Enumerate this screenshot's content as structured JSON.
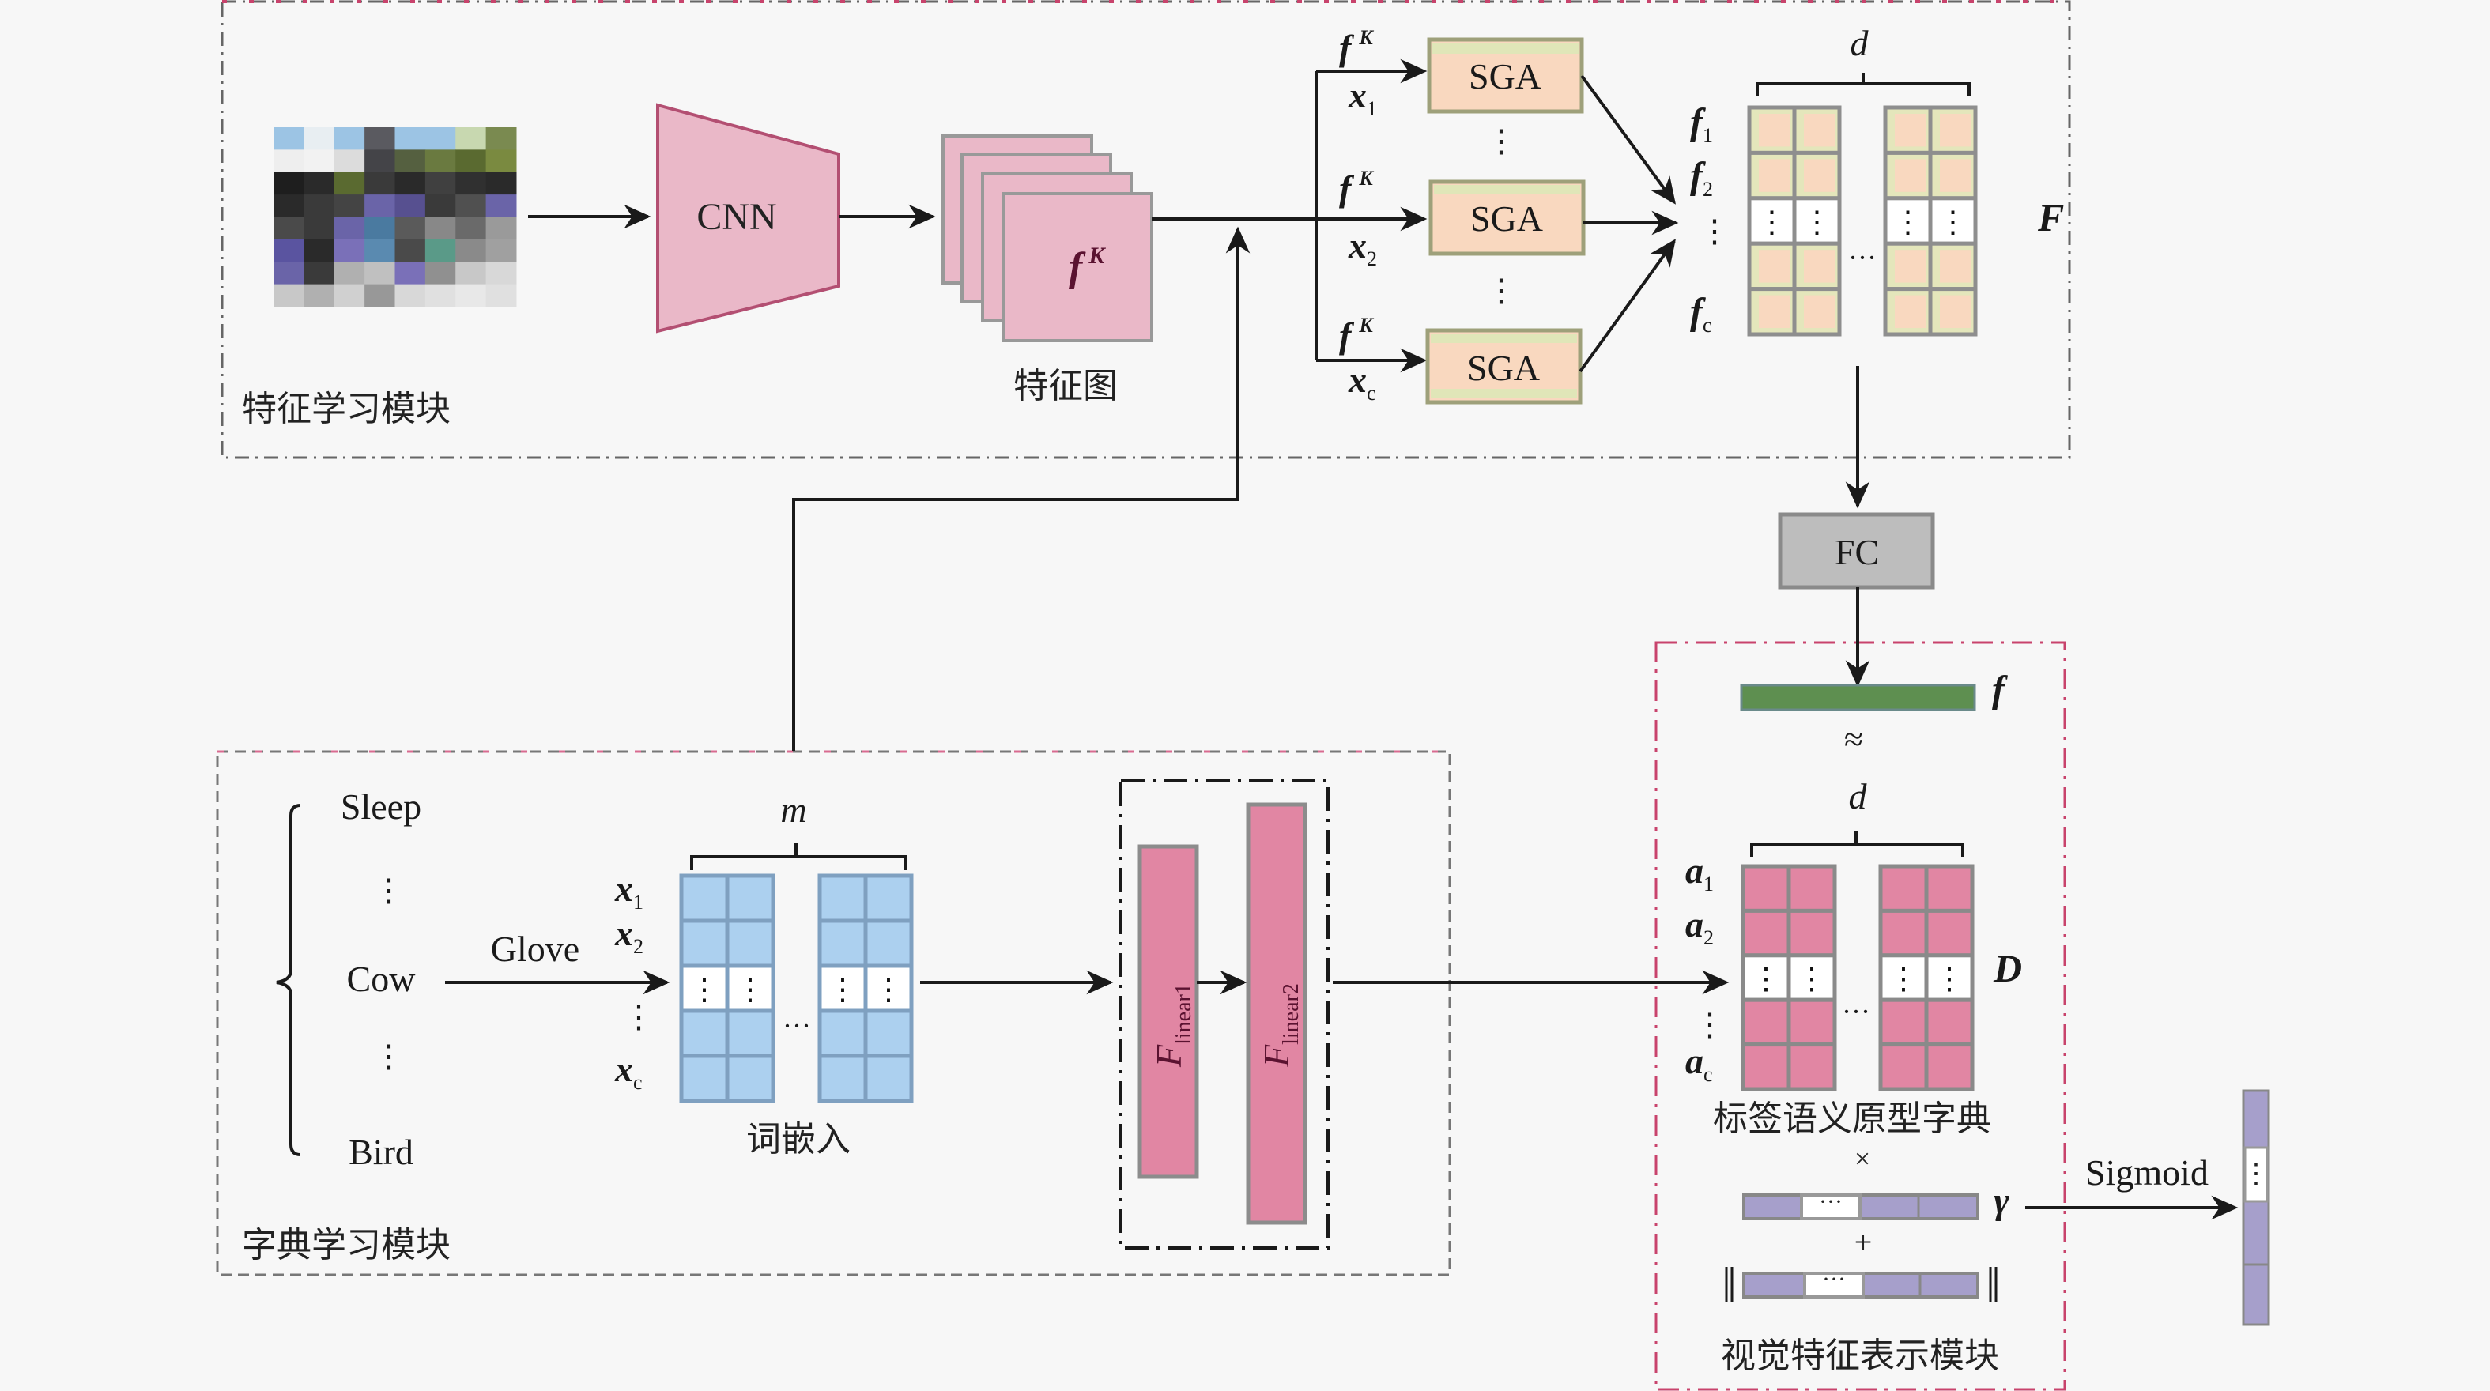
{
  "modules": {
    "feature_learning": "特征学习模块",
    "dictionary_learning": "字典学习模块",
    "visual_representation": "视觉特征表示模块"
  },
  "feature": {
    "cnn_label": "CNN",
    "feature_map_symbol": "f",
    "feature_map_sup": "K",
    "feature_map_caption": "特征图",
    "sga_label": "SGA",
    "sga_inputs": [
      {
        "f": "f",
        "sup": "K",
        "x": "x",
        "sub": "1"
      },
      {
        "f": "f",
        "sup": "K",
        "x": "x",
        "sub": "2"
      },
      {
        "f": "f",
        "sup": "K",
        "x": "x",
        "sub": "c"
      }
    ],
    "vdots": "⋮",
    "matrix_dim": "d",
    "matrix_rows": [
      {
        "sym": "f",
        "sub": "1"
      },
      {
        "sym": "f",
        "sub": "2"
      },
      {
        "sym": "⋮",
        "sub": ""
      },
      {
        "sym": "f",
        "sub": "c"
      }
    ],
    "matrix_name": "F",
    "hdots": "···"
  },
  "fc_label": "FC",
  "dictionary": {
    "words": [
      "Sleep",
      "⋮",
      "Cow",
      "⋮",
      "Bird"
    ],
    "glove_label": "Glove",
    "embed_dim": "m",
    "embed_rows": [
      {
        "sym": "x",
        "sub": "1"
      },
      {
        "sym": "x",
        "sub": "2"
      },
      {
        "sym": "⋮",
        "sub": ""
      },
      {
        "sym": "x",
        "sub": "c"
      }
    ],
    "embed_caption": "词嵌入",
    "linear1": {
      "sym": "F",
      "sub": "linear1"
    },
    "linear2": {
      "sym": "F",
      "sub": "linear2"
    }
  },
  "visual": {
    "f_label": "f",
    "approx": "≈",
    "dim": "d",
    "rows": [
      {
        "sym": "a",
        "sub": "1"
      },
      {
        "sym": "a",
        "sub": "2"
      },
      {
        "sym": "⋮",
        "sub": ""
      },
      {
        "sym": "a",
        "sub": "c"
      }
    ],
    "matrix_name": "D",
    "dict_caption": "标签语义原型字典",
    "times": "×",
    "plus": "+",
    "gamma": "γ",
    "norm_bars": "‖",
    "ellipsis": "···"
  },
  "sigmoid_label": "Sigmoid",
  "colors": {
    "background": "#f7f7f7",
    "pink_light": "#eab8c8",
    "pink_dark": "#e186a3",
    "sga_fill": "#f9d8bf",
    "sga_border": "#d8dfa8",
    "embed_blue": "#acd0ef",
    "green": "#5e8f50",
    "purple": "#a69fcb",
    "fc_gray": "#bdbdbd",
    "red_dash": "#c8436c",
    "stroke": "#1a1a1a"
  }
}
